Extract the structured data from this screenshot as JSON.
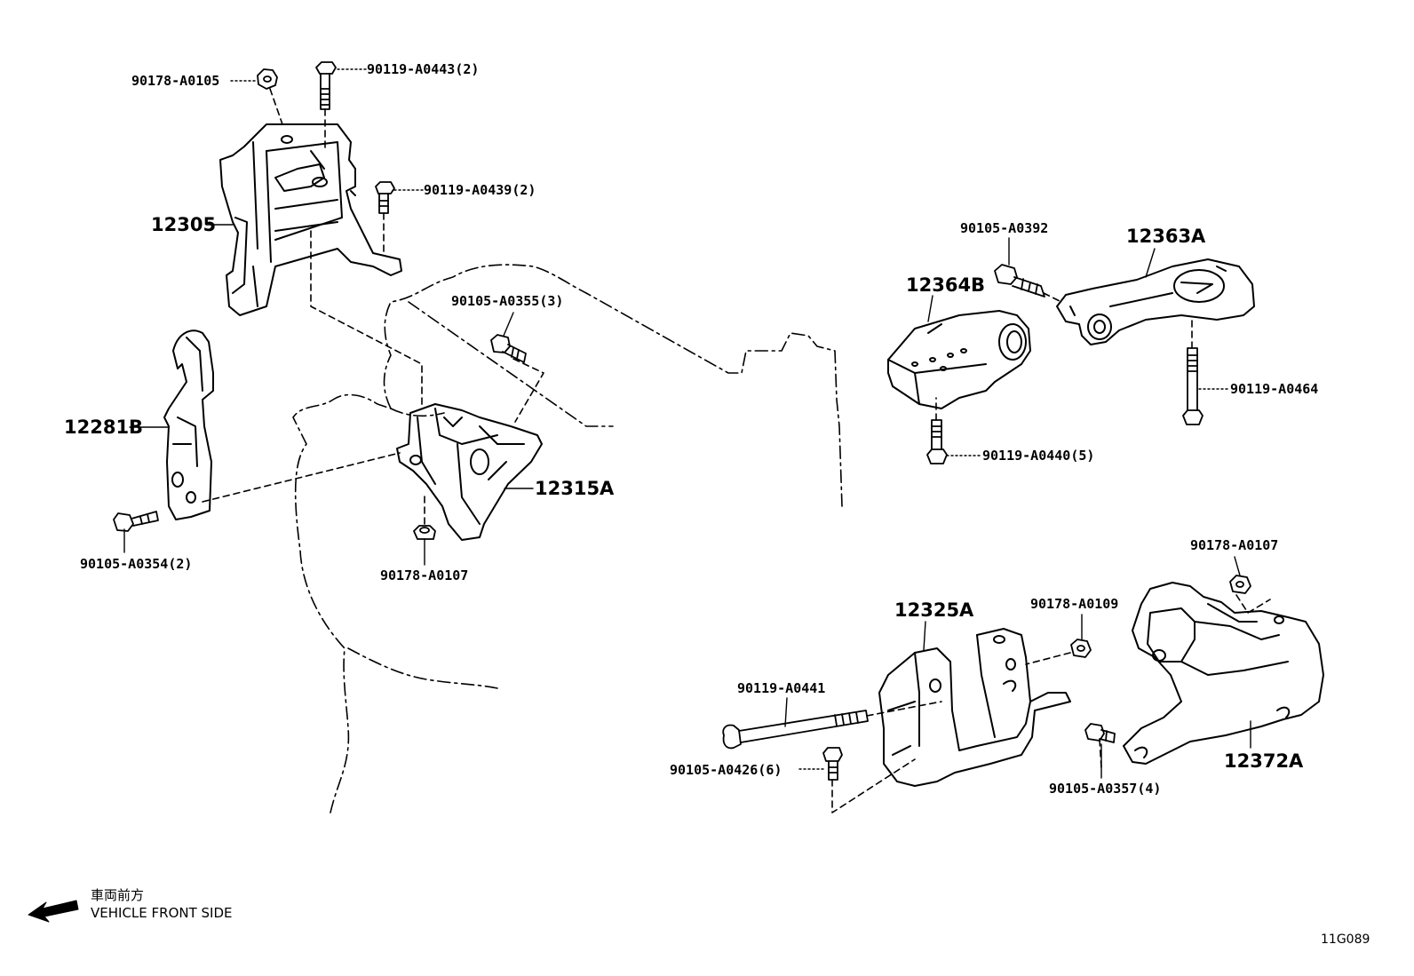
{
  "labels": {
    "p90178_a0105": "90178-A0105",
    "p90119_a0443": "90119-A0443(2)",
    "p90119_a0439": "90119-A0439(2)",
    "p12305": "12305",
    "p12281b": "12281B",
    "p90105_a0354": "90105-A0354(2)",
    "p90105_a0355": "90105-A0355(3)",
    "p12315a": "12315A",
    "p90178_a0107_left": "90178-A0107",
    "p90105_a0392": "90105-A0392",
    "p12363a": "12363A",
    "p12364b": "12364B",
    "p90119_a0464": "90119-A0464",
    "p90119_a0440": "90119-A0440(5)",
    "p90178_a0107_right": "90178-A0107",
    "p12325a": "12325A",
    "p90178_a0109": "90178-A0109",
    "p90119_a0441": "90119-A0441",
    "p90105_a0426": "90105-A0426(6)",
    "p90105_a0357": "90105-A0357(4)",
    "p12372a": "12372A"
  },
  "direction": {
    "japanese": "車両前方",
    "english": "VEHICLE FRONT SIDE",
    "icon": "arrow-left-icon"
  },
  "diagram_code": "11G089"
}
